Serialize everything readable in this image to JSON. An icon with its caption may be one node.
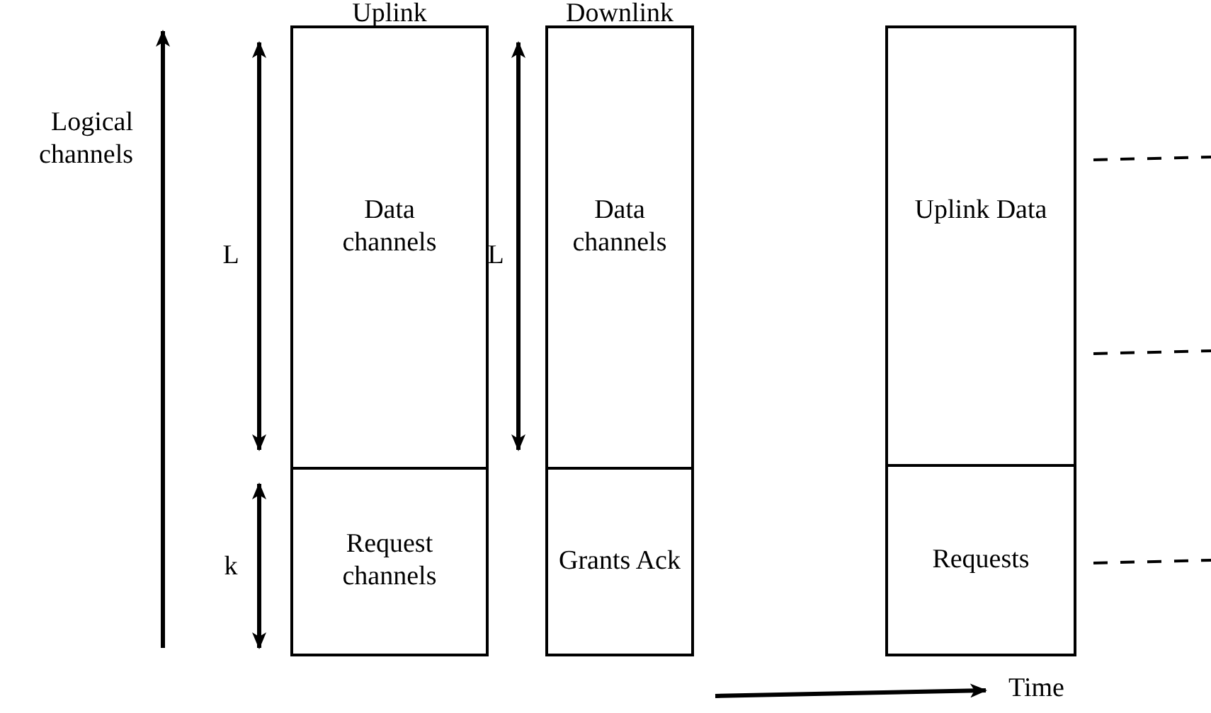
{
  "diagram": {
    "nodes": [
      {
        "text": [
          "Data channels"
        ],
        "beside": [
          "Uplink"
        ]
      },
      {
        "text": [
          "Request channels"
        ]
      },
      {
        "text": [
          "Data channels"
        ],
        "beside": [
          "Downlink"
        ]
      },
      {
        "text": [
          "Grants Ack"
        ]
      },
      {
        "text": [
          "Uplink Data"
        ]
      },
      {
        "text": [
          "Requests"
        ]
      }
    ],
    "edges": [],
    "labels": [
      "Logical channels",
      "L",
      "k",
      "L",
      "Time"
    ]
  }
}
